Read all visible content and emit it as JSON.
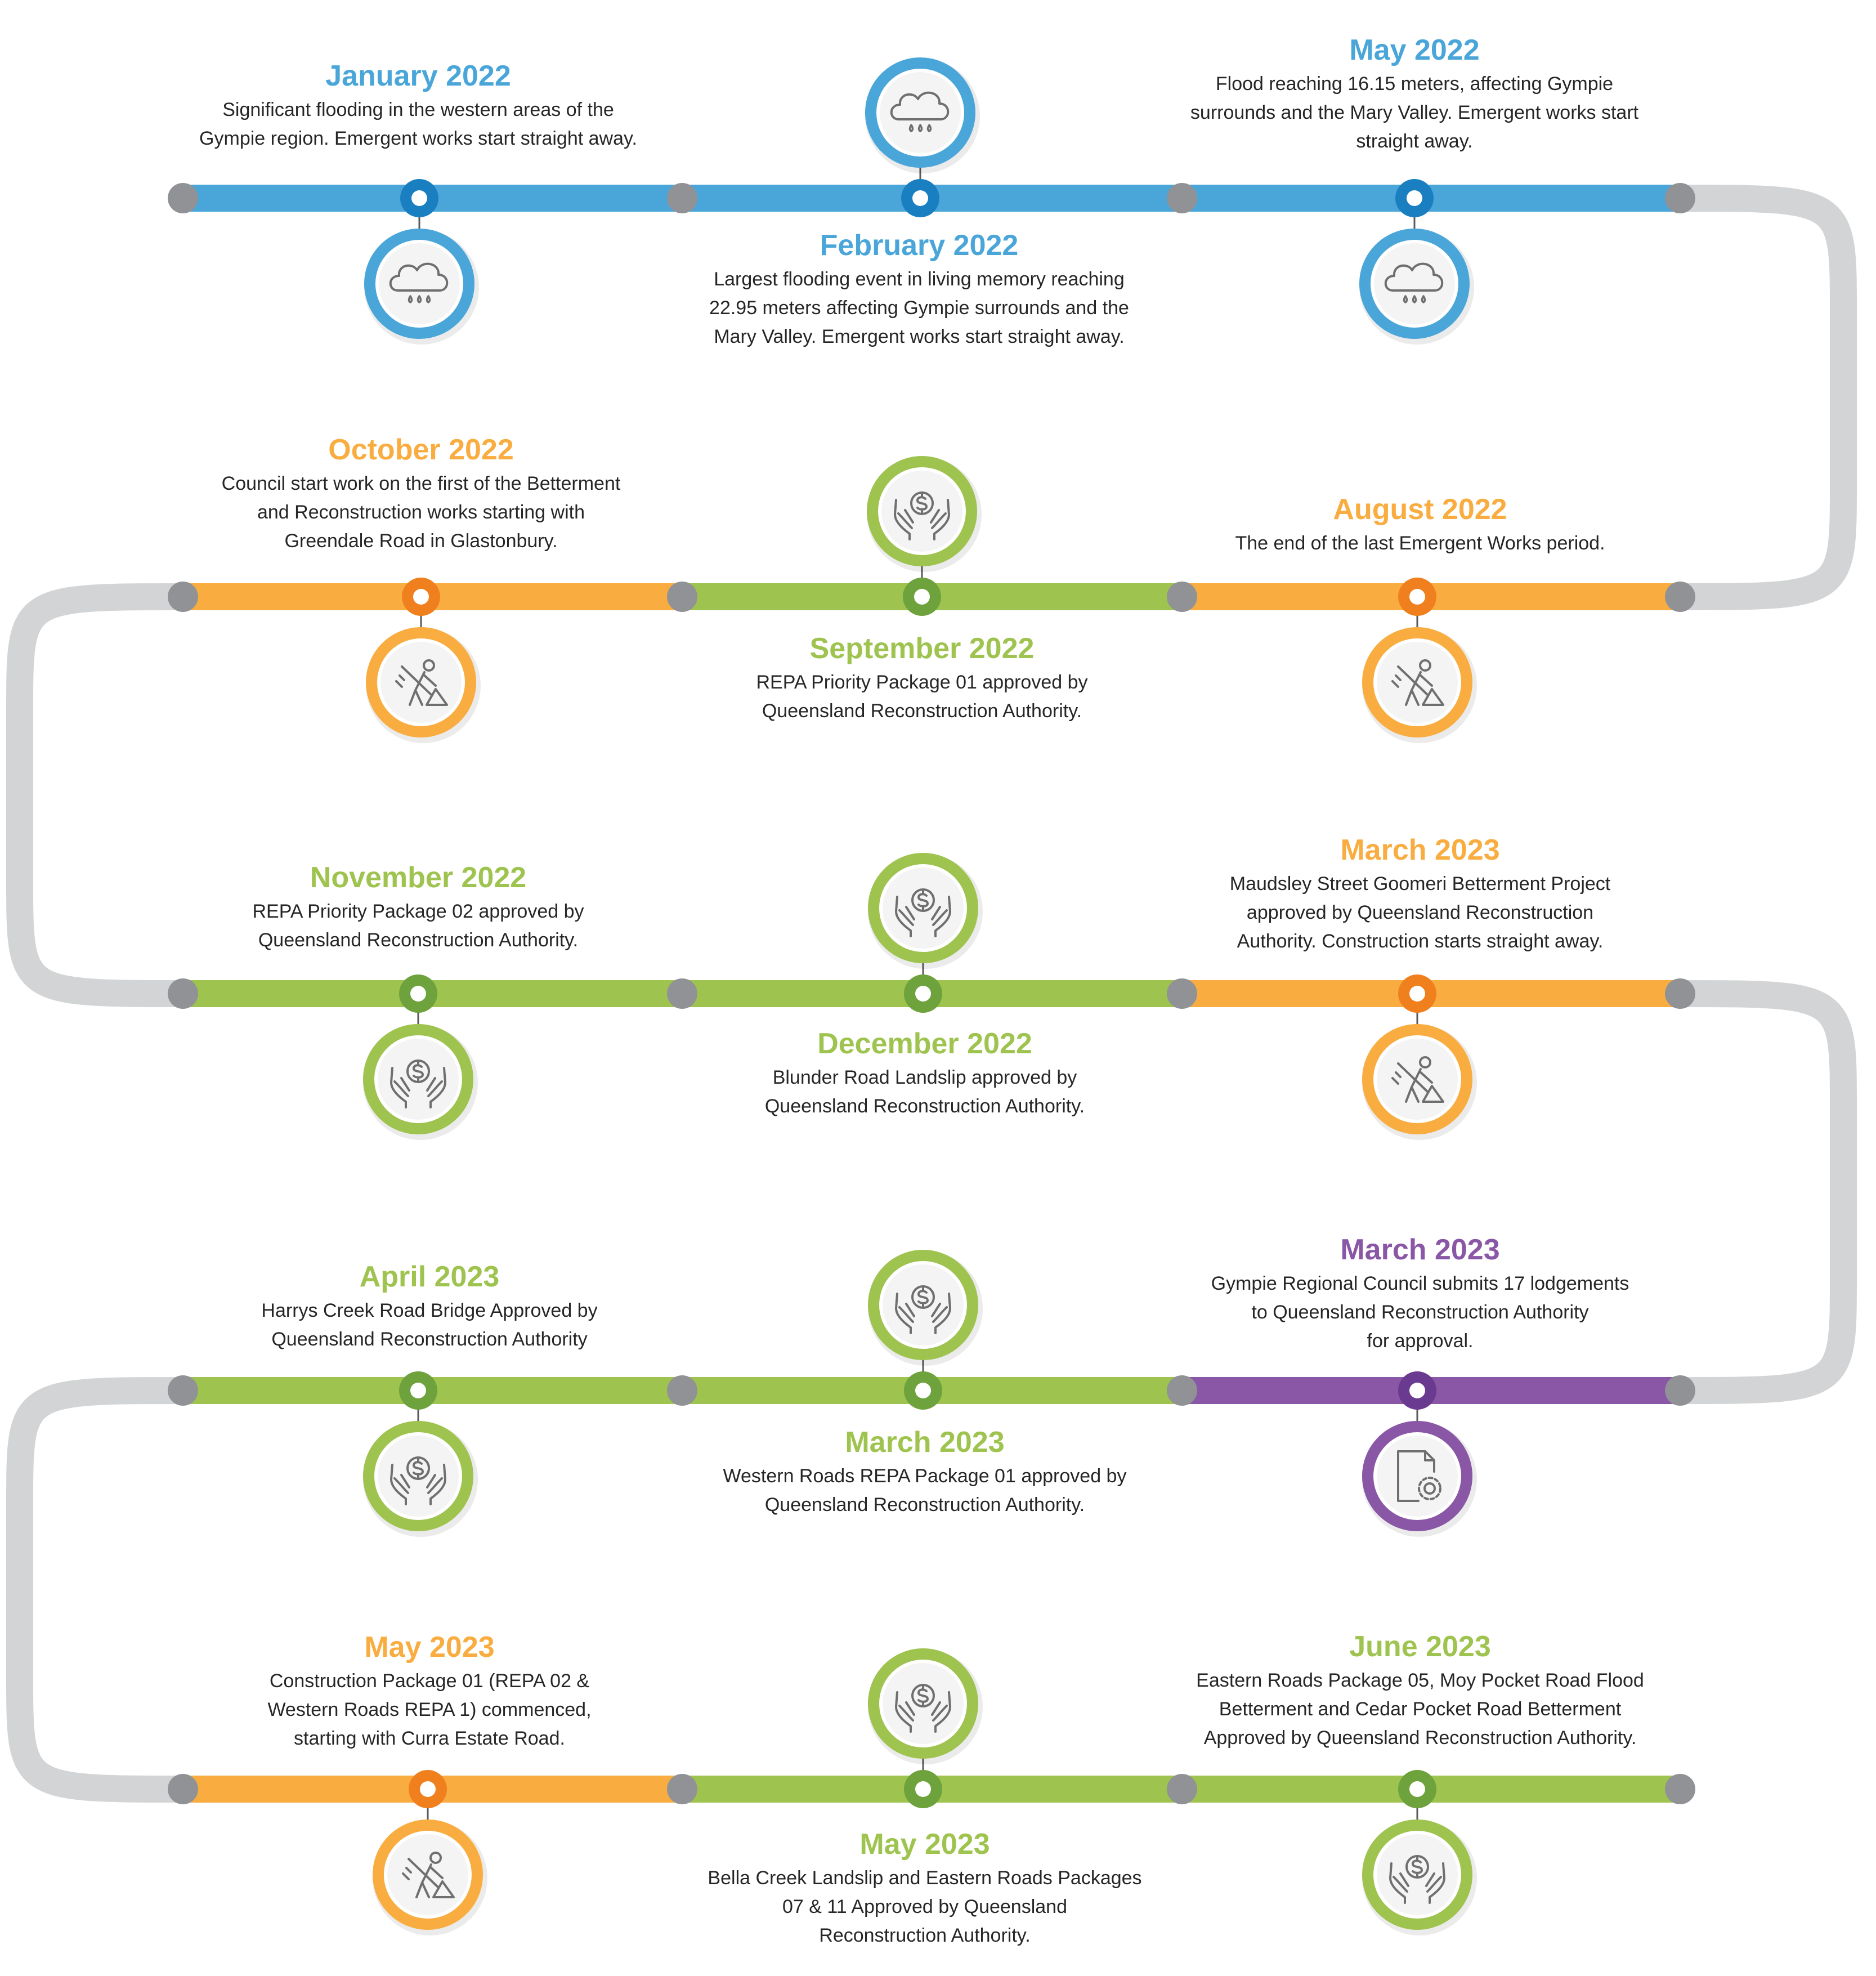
{
  "colors": {
    "blue": "#4aa6d9",
    "blue_dark": "#1a7fc1",
    "orange": "#f9ad40",
    "orange_dark": "#f07f1e",
    "green": "#9ec34f",
    "green_dark": "#6ea23c",
    "purple": "#8a56a6",
    "purple_dark": "#6a3990",
    "connector_gray": "#d3d4d5",
    "node_gray": "#909296",
    "text": "#262626"
  },
  "events": [
    {
      "date": "January 2022",
      "description": "Significant flooding in the western areas of the\nGympie region. Emergent works start straight away.",
      "color": "blue",
      "icon": "rain-cloud-icon"
    },
    {
      "date": "February 2022",
      "description": "Largest flooding event in living memory reaching\n22.95 meters affecting Gympie surrounds and the\nMary Valley. Emergent works start straight away.",
      "color": "blue",
      "icon": "rain-cloud-icon"
    },
    {
      "date": "May 2022",
      "description": "Flood reaching 16.15 meters, affecting Gympie\nsurrounds and the Mary Valley. Emergent works start\nstraight away.",
      "color": "blue",
      "icon": "rain-cloud-icon"
    },
    {
      "date": "August 2022",
      "description": "The end of the last Emergent Works period.",
      "color": "orange",
      "icon": "worker-digging-icon"
    },
    {
      "date": "September 2022",
      "description": "REPA Priority Package 01 approved by\nQueensland Reconstruction Authority.",
      "color": "green",
      "icon": "hands-money-icon"
    },
    {
      "date": "October 2022",
      "description": "Council start work on the first of the Betterment\nand Reconstruction works starting with\nGreendale Road in Glastonbury.",
      "color": "orange",
      "icon": "worker-digging-icon"
    },
    {
      "date": "November 2022",
      "description": "REPA Priority Package 02 approved by\nQueensland Reconstruction Authority.",
      "color": "green",
      "icon": "hands-money-icon"
    },
    {
      "date": "December 2022",
      "description": "Blunder Road Landslip approved by\nQueensland Reconstruction Authority.",
      "color": "green",
      "icon": "hands-money-icon"
    },
    {
      "date": "March 2023",
      "description": "Maudsley Street Goomeri Betterment Project\napproved by Queensland Reconstruction\nAuthority. Construction starts straight away.",
      "color": "orange",
      "icon": "worker-digging-icon"
    },
    {
      "date": "March 2023",
      "description": "Gympie Regional Council submits 17 lodgements\nto Queensland Reconstruction Authority\nfor approval.",
      "color": "purple",
      "icon": "document-gear-icon"
    },
    {
      "date": "March 2023",
      "description": "Western Roads REPA Package 01 approved by\nQueensland Reconstruction Authority.",
      "color": "green",
      "icon": "hands-money-icon"
    },
    {
      "date": "April 2023",
      "description": "Harrys Creek Road Bridge Approved by\nQueensland Reconstruction Authority",
      "color": "green",
      "icon": "hands-money-icon"
    },
    {
      "date": "May 2023",
      "description": "Construction Package 01 (REPA 02 &\nWestern Roads REPA 1) commenced,\nstarting with Curra Estate Road.",
      "color": "orange",
      "icon": "worker-digging-icon"
    },
    {
      "date": "May 2023",
      "description": "Bella Creek Landslip and Eastern Roads Packages\n07 & 11 Approved by Queensland\nReconstruction Authority.",
      "color": "green",
      "icon": "hands-money-icon"
    },
    {
      "date": "June 2023",
      "description": "Eastern Roads Package 05, Moy Pocket Road Flood\nBetterment and Cedar Pocket Road Betterment\nApproved by Queensland Reconstruction Authority.",
      "color": "green",
      "icon": "hands-money-icon"
    }
  ]
}
